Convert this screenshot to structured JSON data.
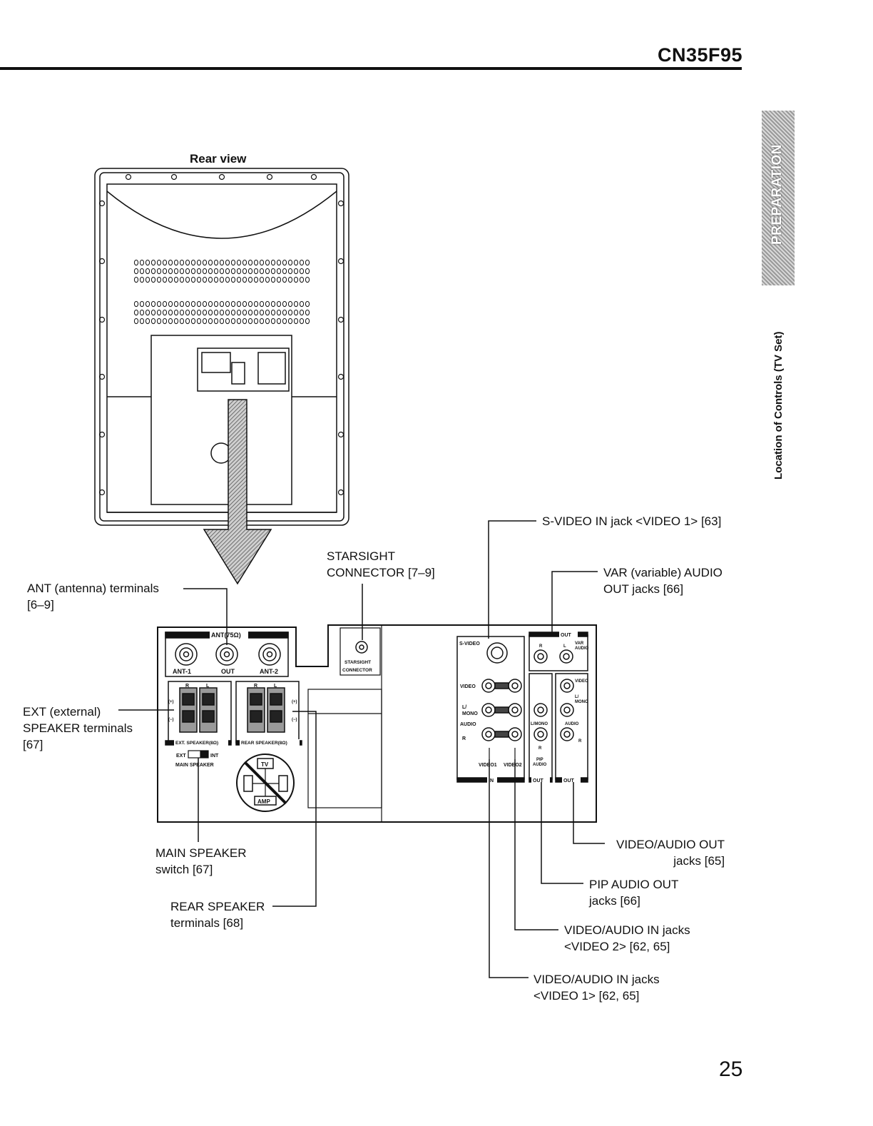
{
  "header": {
    "model": "CN35F95"
  },
  "side": {
    "section_tab": "PREPARATION",
    "section_title": "Location of Controls (TV Set)"
  },
  "figure": {
    "title": "Rear view",
    "panel_labels": {
      "ant75": "ANT(75Ω)",
      "ant1": "ANT-1",
      "out": "OUT",
      "ant2": "ANT-2",
      "r1": "R",
      "l1": "L",
      "r2": "R",
      "l2": "L",
      "plus": "(+)",
      "minus": "(−)",
      "ext_speaker": "EXT. SPEAKER(8Ω)",
      "rear_speaker": "REAR SPEAKER(8Ω)",
      "ext": "EXT",
      "int": "INT",
      "main_speaker": "MAIN SPEAKER",
      "tv": "TV",
      "amp": "AMP",
      "starsight_1": "STARSIGHT",
      "starsight_2": "CONNECTOR",
      "svideo": "S-VIDEO",
      "video": "VIDEO",
      "l_mono_1": "L/",
      "l_mono_2": "MONO",
      "audio": "AUDIO",
      "r": "R",
      "video1": "VIDEO1",
      "video2": "VIDEO2",
      "in": "IN",
      "l_mono": "L/MONO",
      "pip_1": "PIP",
      "pip_2": "AUDIO",
      "out_label": "OUT",
      "var_1": "VAR",
      "var_2": "AUDIO"
    }
  },
  "callouts": {
    "svideo_in": "S-VIDEO IN jack <VIDEO 1> [63]",
    "var_audio": "VAR (variable) AUDIO\nOUT jacks [66]",
    "starsight": "STARSIGHT\nCONNECTOR [7–9]",
    "ant": "ANT (antenna) terminals\n[6–9]",
    "ext_speaker": "EXT (external)\nSPEAKER terminals\n[67]",
    "main_speaker": "MAIN SPEAKER\nswitch [67]",
    "rear_speaker": "REAR SPEAKER\nterminals [68]",
    "video_audio_out": "VIDEO/AUDIO OUT\njacks [65]",
    "pip_audio_out": "PIP AUDIO OUT\njacks [66]",
    "video_audio_in2": "VIDEO/AUDIO IN jacks\n<VIDEO 2> [62, 65]",
    "video_audio_in1": "VIDEO/AUDIO IN jacks\n<VIDEO 1> [62, 65]"
  },
  "footer": {
    "page_number": "25"
  }
}
